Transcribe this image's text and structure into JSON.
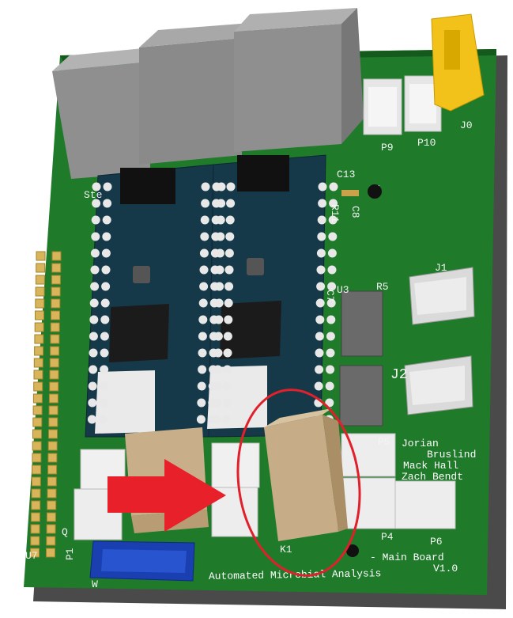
{
  "board": {
    "title_line": "Automated Microbial Analysis",
    "subtitle": "- Main Board",
    "version": "V1.0",
    "authors": [
      "Jorian",
      "Bruslind",
      "Mack Hall",
      "Zach Bendt"
    ]
  },
  "labels": {
    "j0": "J0",
    "p9": "P9",
    "p10": "P10",
    "c13": "C13",
    "c8": "C8",
    "r11": "R11",
    "u3": "U3",
    "r5": "R5",
    "c7": "C7",
    "j1": "J1",
    "j2": "J2",
    "p5": "P5",
    "p4": "P4",
    "p6": "P6",
    "k1": "K1",
    "u7": "U7",
    "p1": "P1",
    "q": "Q",
    "ste": "Ste",
    "w": "W"
  },
  "annotations": {
    "arrow_color": "#e8202a",
    "circle_color": "#e0202a"
  },
  "colors": {
    "pcb": "#1f7a2a",
    "pcb_edge": "#145a1c",
    "module": "#143a4a",
    "relay": "#c9b08c",
    "header_gray": "#8a8a8a",
    "connector_white": "#e8e8e8",
    "jumper_yellow": "#f0c419",
    "blue_connector": "#1a3fb0"
  }
}
